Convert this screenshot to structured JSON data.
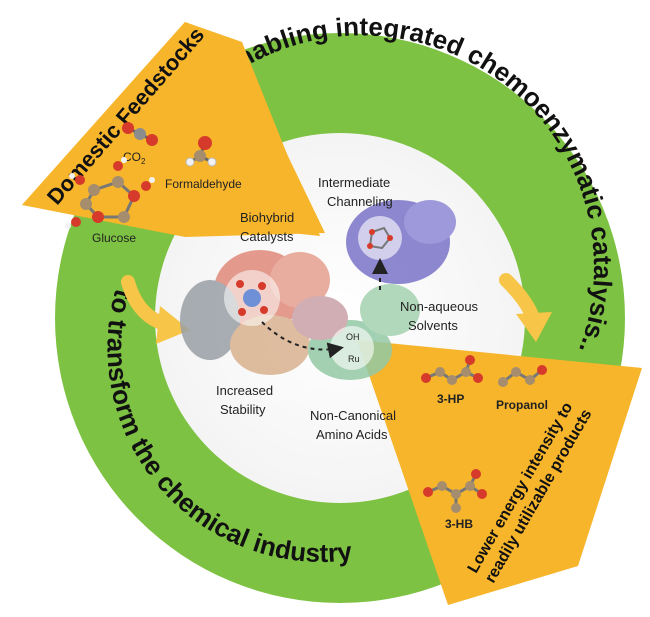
{
  "ring": {
    "top_arc_text": "Enabling integrated chemoenzymatic catalysis...",
    "bottom_arc_text": "to transform the chemical industry"
  },
  "feedstocks": {
    "title": "Domestic Feedstocks",
    "molecules": [
      "CO",
      "2",
      "Formaldehyde",
      "Glucose"
    ]
  },
  "center": {
    "labels": {
      "intermediate_channeling": [
        "Intermediate",
        "Channeling"
      ],
      "biohybrid_catalysts": [
        "Biohybrid",
        "Catalysts"
      ],
      "non_aqueous_solvents": [
        "Non-aqueous",
        "Solvents"
      ],
      "increased_stability": [
        "Increased",
        "Stability"
      ],
      "non_canonical_amino_acids": [
        "Non-Canonical",
        "Amino Acids"
      ]
    },
    "small_labels": {
      "oh": "OH",
      "ru": "Ru"
    }
  },
  "products": {
    "title_lines": [
      "Lower energy intensity to",
      "readily utilizable products"
    ],
    "molecules": [
      "3-HP",
      "Propanol",
      "3-HB"
    ]
  },
  "colors": {
    "ring_green": "#7dc242",
    "wedge_yellow": "#f7b52b",
    "arrow_yellow": "#f7c548",
    "protein_blue": "#7b74c9",
    "protein_red": "#e08a7a",
    "protein_gray": "#9aa0a6",
    "protein_green": "#93c9a5",
    "protein_tan": "#d9b28f"
  }
}
